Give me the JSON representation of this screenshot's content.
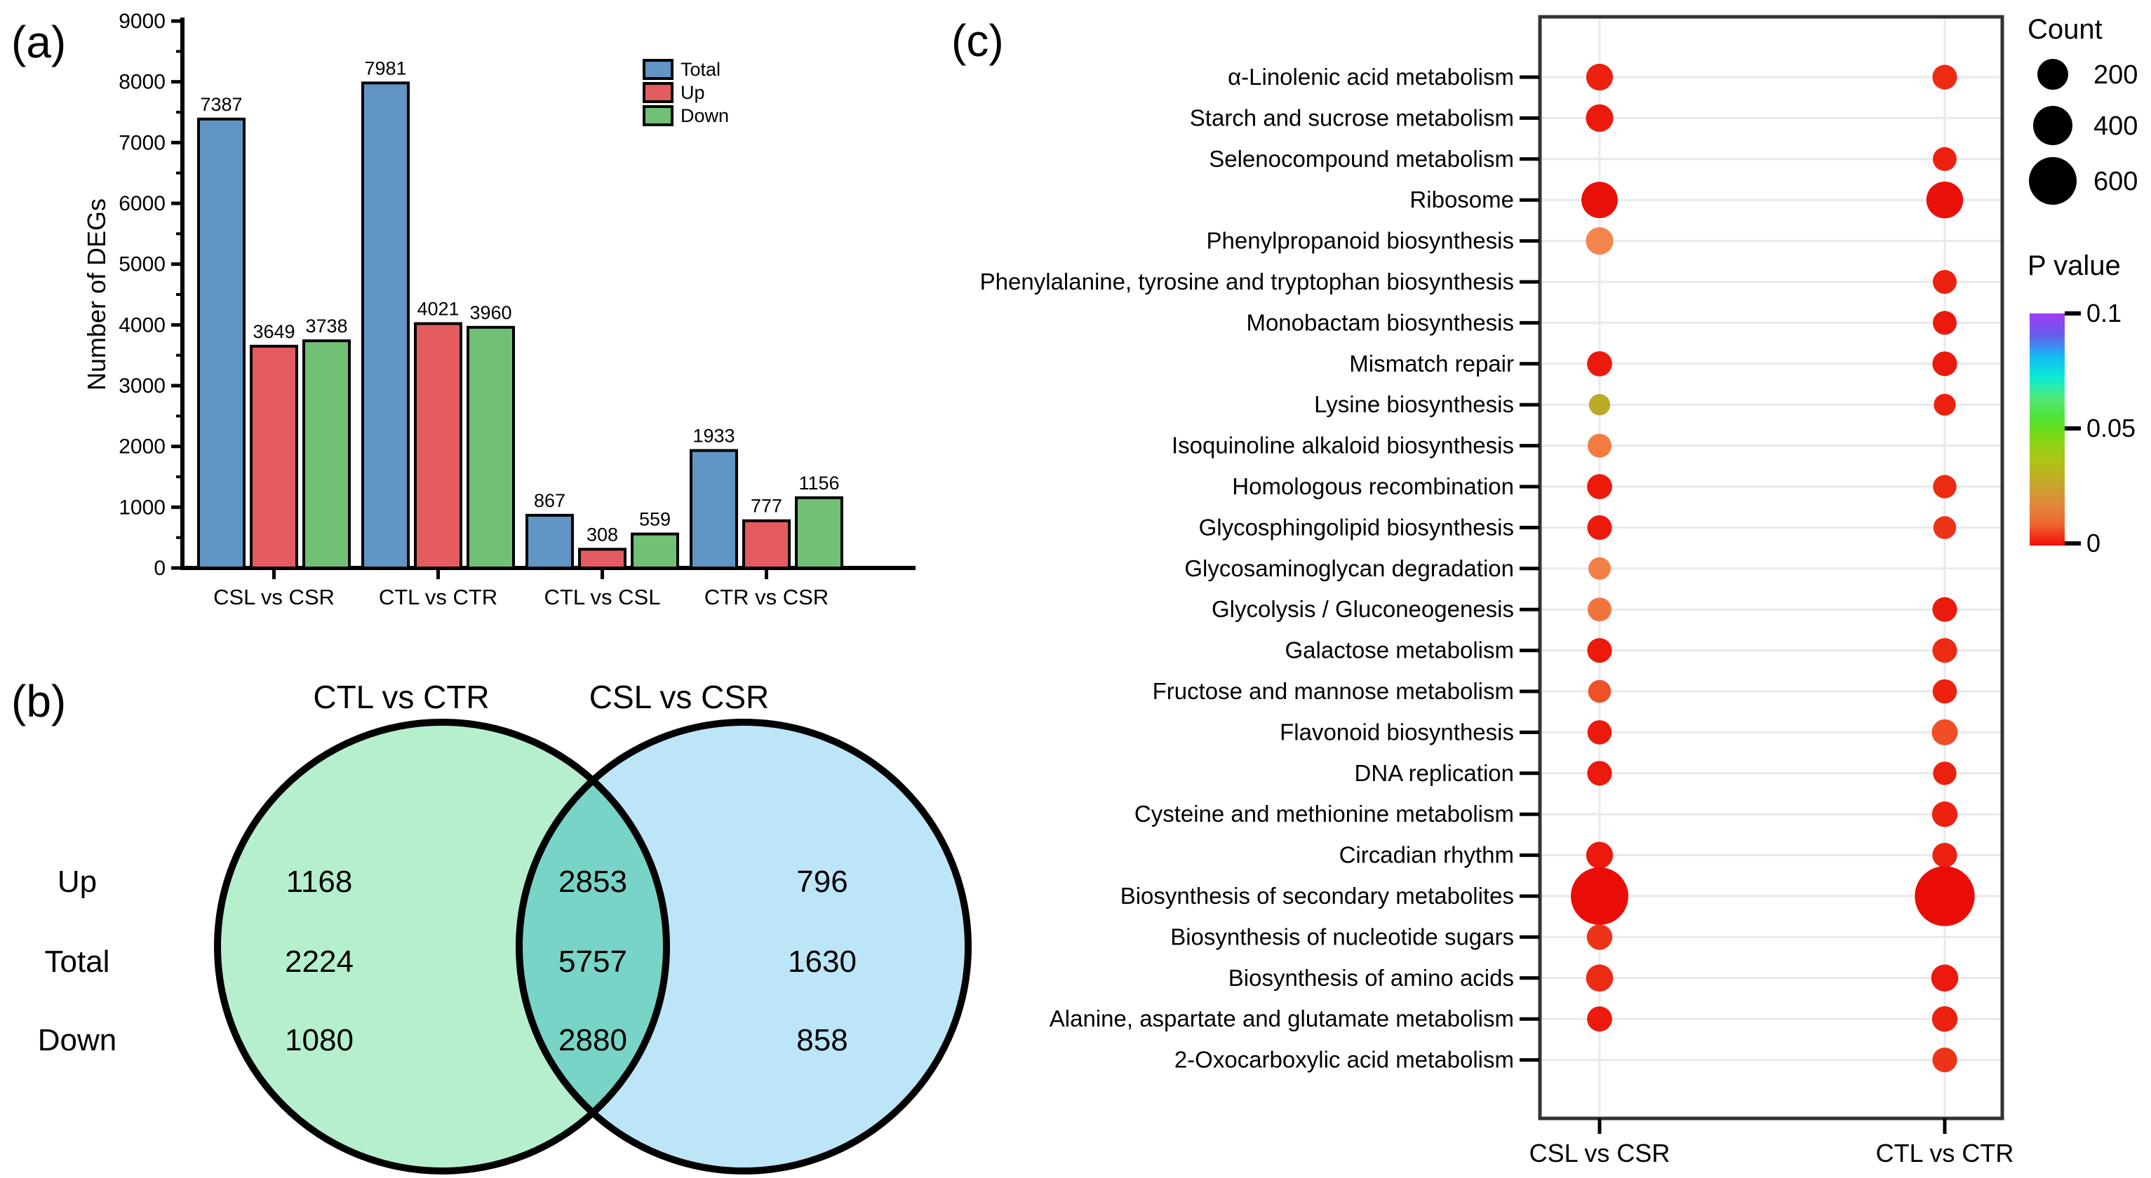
{
  "panels": {
    "a_label": "(a)",
    "b_label": "(b)",
    "c_label": "(c)"
  },
  "chart_data": [
    {
      "id": "deg_bar_chart",
      "type": "bar",
      "title": "",
      "xlabel": "",
      "ylabel": "Number of DEGs",
      "ylim": [
        0,
        9000
      ],
      "ytick_step": 1000,
      "yticks": [
        0,
        1000,
        2000,
        3000,
        4000,
        5000,
        6000,
        7000,
        8000,
        9000
      ],
      "grid": false,
      "legend_position": "top-right",
      "categories": [
        "CSL vs CSR",
        "CTL vs CTR",
        "CTL vs CSL",
        "CTR vs CSR"
      ],
      "series": [
        {
          "name": "Total",
          "color": "#6095C6",
          "values": [
            7387,
            7981,
            867,
            1933
          ]
        },
        {
          "name": "Up",
          "color": "#E45C5F",
          "values": [
            3649,
            4021,
            308,
            777
          ]
        },
        {
          "name": "Down",
          "color": "#70C175",
          "values": [
            3738,
            3960,
            559,
            1156
          ]
        }
      ]
    },
    {
      "id": "venn_diagram",
      "type": "venn",
      "set_labels": [
        "CTL vs CTR",
        "CSL vs CSR"
      ],
      "left_fill": "#B6EFCE",
      "right_fill": "#BDE5F8",
      "overlap_fill": "#78D4C6",
      "outline_color": "#000000",
      "rows": [
        {
          "label": "Up",
          "color": "#FF0000",
          "left_only": "1168",
          "overlap": "2853",
          "right_only": "796"
        },
        {
          "label": "Total",
          "color": "#000000",
          "left_only": "2224",
          "overlap": "5757",
          "right_only": "1630"
        },
        {
          "label": "Down",
          "color": "#2E74B5",
          "left_only": "1080",
          "overlap": "2880",
          "right_only": "858"
        }
      ]
    },
    {
      "id": "kegg_bubble_plot",
      "type": "scatter",
      "x_categories": [
        "CSL vs CSR",
        "CTL vs CTR"
      ],
      "count_legend": {
        "title": "Count",
        "values": [
          200,
          400,
          600
        ]
      },
      "pvalue_legend": {
        "title": "P value",
        "ticks": [
          "0.1",
          "0.05",
          "0"
        ],
        "range": [
          0,
          0.1
        ],
        "gradient_top_to_bottom": [
          "#A03CF2",
          "#6A5BEE",
          "#16B7F5",
          "#0BEBD6",
          "#4FE97B",
          "#52E22E",
          "#84D613",
          "#AFC513",
          "#C2A929",
          "#E08A3C",
          "#EE6430",
          "#F20C08"
        ]
      },
      "rows": [
        {
          "pathway": "α-Linolenic acid metabolism",
          "csl": {
            "count": 140,
            "p": 0.003,
            "color": "#EC2110"
          },
          "ctl": {
            "count": 115,
            "p": 0.004,
            "color": "#ED2B13"
          }
        },
        {
          "pathway": "Starch and sucrose metabolism",
          "csl": {
            "count": 150,
            "p": 0.002,
            "color": "#EB1A0D"
          },
          "ctl": null
        },
        {
          "pathway": "Selenocompound metabolism",
          "csl": null,
          "ctl": {
            "count": 105,
            "p": 0.004,
            "color": "#EC2110"
          }
        },
        {
          "pathway": "Ribosome",
          "csl": {
            "count": 300,
            "p": 0.001,
            "color": "#EA100A"
          },
          "ctl": {
            "count": 310,
            "p": 0.001,
            "color": "#EA100A"
          }
        },
        {
          "pathway": "Phenylpropanoid biosynthesis",
          "csl": {
            "count": 150,
            "p": 0.025,
            "color": "#F4854C"
          },
          "ctl": null
        },
        {
          "pathway": "Phenylalanine, tyrosine and tryptophan biosynthesis",
          "csl": null,
          "ctl": {
            "count": 105,
            "p": 0.004,
            "color": "#EC2110"
          }
        },
        {
          "pathway": "Monobactam biosynthesis",
          "csl": null,
          "ctl": {
            "count": 105,
            "p": 0.003,
            "color": "#EB1A0D"
          }
        },
        {
          "pathway": "Mismatch repair",
          "csl": {
            "count": 120,
            "p": 0.003,
            "color": "#EB1A0D"
          },
          "ctl": {
            "count": 115,
            "p": 0.003,
            "color": "#EB1A0D"
          }
        },
        {
          "pathway": "Lysine biosynthesis",
          "csl": {
            "count": 80,
            "p": 0.045,
            "color": "#BBAA28"
          },
          "ctl": {
            "count": 85,
            "p": 0.004,
            "color": "#EC2110"
          }
        },
        {
          "pathway": "Isoquinoline alkaloid biosynthesis",
          "csl": {
            "count": 105,
            "p": 0.022,
            "color": "#F37B42"
          },
          "ctl": null
        },
        {
          "pathway": "Homologous recombination",
          "csl": {
            "count": 120,
            "p": 0.003,
            "color": "#EB1A0D"
          },
          "ctl": {
            "count": 100,
            "p": 0.004,
            "color": "#ED2B13"
          }
        },
        {
          "pathway": "Glycosphingolipid biosynthesis",
          "csl": {
            "count": 115,
            "p": 0.003,
            "color": "#EB1A0D"
          },
          "ctl": {
            "count": 95,
            "p": 0.006,
            "color": "#ED3418"
          }
        },
        {
          "pathway": "Glycosaminoglycan degradation",
          "csl": {
            "count": 90,
            "p": 0.024,
            "color": "#F48049"
          },
          "ctl": null
        },
        {
          "pathway": "Glycolysis / Gluconeogenesis",
          "csl": {
            "count": 105,
            "p": 0.02,
            "color": "#F2743D"
          },
          "ctl": {
            "count": 115,
            "p": 0.003,
            "color": "#EB1A0D"
          }
        },
        {
          "pathway": "Galactose metabolism",
          "csl": {
            "count": 115,
            "p": 0.003,
            "color": "#EB1A0D"
          },
          "ctl": {
            "count": 115,
            "p": 0.004,
            "color": "#ED2B13"
          }
        },
        {
          "pathway": "Fructose and mannose metabolism",
          "csl": {
            "count": 95,
            "p": 0.013,
            "color": "#EF5028"
          },
          "ctl": {
            "count": 110,
            "p": 0.004,
            "color": "#EC2110"
          }
        },
        {
          "pathway": "Flavonoid biosynthesis",
          "csl": {
            "count": 110,
            "p": 0.004,
            "color": "#EB1A0D"
          },
          "ctl": {
            "count": 130,
            "p": 0.012,
            "color": "#EF4E26"
          }
        },
        {
          "pathway": "DNA replication",
          "csl": {
            "count": 115,
            "p": 0.003,
            "color": "#EB1A0D"
          },
          "ctl": {
            "count": 100,
            "p": 0.004,
            "color": "#EC2110"
          }
        },
        {
          "pathway": "Cysteine and methionine metabolism",
          "csl": null,
          "ctl": {
            "count": 125,
            "p": 0.004,
            "color": "#EC2110"
          }
        },
        {
          "pathway": "Circadian rhythm",
          "csl": {
            "count": 140,
            "p": 0.003,
            "color": "#EB1A0D"
          },
          "ctl": {
            "count": 115,
            "p": 0.004,
            "color": "#EC2110"
          }
        },
        {
          "pathway": "Biosynthesis of secondary metabolites",
          "csl": {
            "count": 950,
            "p": 0.001,
            "color": "#EA0D07"
          },
          "ctl": {
            "count": 1050,
            "p": 0.001,
            "color": "#EA0D07"
          }
        },
        {
          "pathway": "Biosynthesis of nucleotide sugars",
          "csl": {
            "count": 125,
            "p": 0.006,
            "color": "#ED3418"
          },
          "ctl": null
        },
        {
          "pathway": "Biosynthesis of amino acids",
          "csl": {
            "count": 145,
            "p": 0.004,
            "color": "#ED2B13"
          },
          "ctl": {
            "count": 145,
            "p": 0.003,
            "color": "#EB1A0D"
          }
        },
        {
          "pathway": "Alanine, aspartate and glutamate metabolism",
          "csl": {
            "count": 120,
            "p": 0.003,
            "color": "#EB1A0D"
          },
          "ctl": {
            "count": 125,
            "p": 0.004,
            "color": "#EC2110"
          }
        },
        {
          "pathway": "2-Oxocarboxylic acid metabolism",
          "csl": null,
          "ctl": {
            "count": 115,
            "p": 0.006,
            "color": "#ED3418"
          }
        }
      ]
    }
  ]
}
